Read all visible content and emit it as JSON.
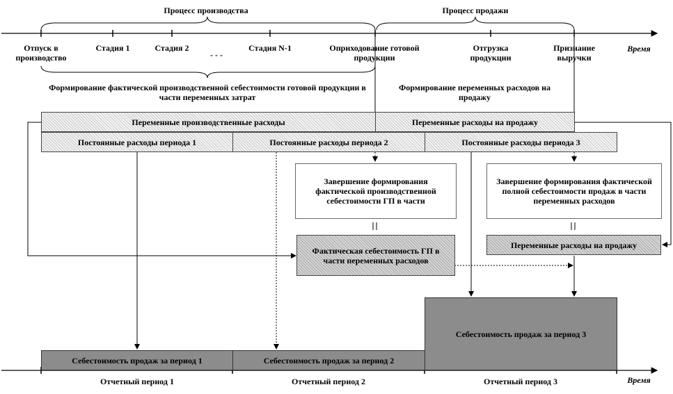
{
  "timeline_top": {
    "process_production": "Процесс производства",
    "process_sales": "Процесс продажи",
    "time_label": "Время",
    "ticks": [
      "Отпуск в производство",
      "Стадия 1",
      "Стадия 2",
      "- - -",
      "Стадия N-1",
      "Оприходование готовой продукции",
      "Отгрузка продукции",
      "Признание выручки"
    ]
  },
  "phases": {
    "left": "Формирование фактической производственной себестоимости готовой продукции в части переменных затрат",
    "right": "Формирование переменных расходов на продажу"
  },
  "bands": {
    "variable_production": "Переменные производственные расходы",
    "variable_sales": "Переменные расходы на продажу",
    "fixed": [
      "Постоянные расходы периода 1",
      "Постоянные расходы периода 2",
      "Постоянные расходы периода 3"
    ]
  },
  "completion_boxes": {
    "left": "Завершение формирования фактической производственной себестоимости ГП в части",
    "right": "Завершение формирования фактической полной себестоимости продаж в части переменных расходов"
  },
  "result_boxes": {
    "actual_cost": "Фактическая себестоимость ГП в части переменных расходов",
    "variable_sales_expenses": "Переменные расходы на продажу"
  },
  "cost_of_sales": [
    "Себестоимость продаж за период 1",
    "Себестоимость продаж за период 2",
    "Себестоимость продаж за период 3"
  ],
  "timeline_bottom": {
    "periods": [
      "Отчетный период 1",
      "Отчетный период 2",
      "Отчетный период 3"
    ],
    "time_label": "Время"
  }
}
